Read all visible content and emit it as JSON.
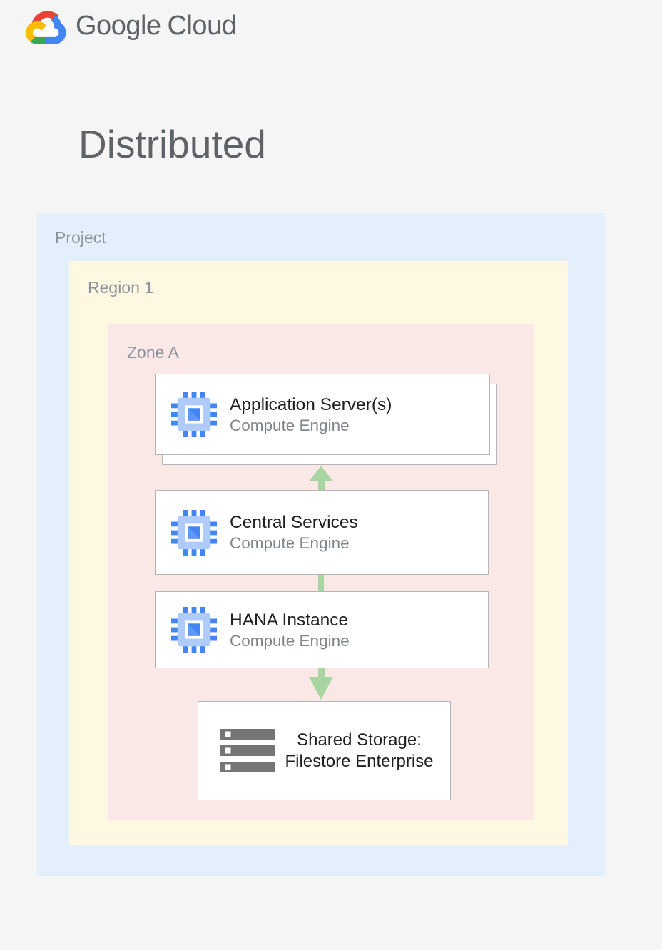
{
  "header": {
    "logo": {
      "google": "Google",
      "cloud": "Cloud"
    }
  },
  "title": "Distributed",
  "diagram": {
    "project": {
      "label": "Project"
    },
    "region": {
      "label": "Region 1"
    },
    "zone": {
      "label": "Zone A"
    },
    "nodes": [
      {
        "id": "app-servers",
        "title": "Application Server(s)",
        "subtitle": "Compute Engine",
        "icon": "compute-engine-icon",
        "stacked": true
      },
      {
        "id": "central-services",
        "title": "Central Services",
        "subtitle": "Compute Engine",
        "icon": "compute-engine-icon",
        "stacked": false
      },
      {
        "id": "hana-instance",
        "title": "HANA Instance",
        "subtitle": "Compute Engine",
        "icon": "compute-engine-icon",
        "stacked": false
      },
      {
        "id": "shared-storage",
        "title": "Shared Storage: Filestore Enterprise",
        "subtitle": "",
        "icon": "filestore-icon",
        "stacked": false
      }
    ],
    "connectors": [
      {
        "from": "central-services",
        "to": "app-servers",
        "type": "arrow-up"
      },
      {
        "from": "central-services",
        "to": "hana-instance",
        "type": "line"
      },
      {
        "from": "hana-instance",
        "to": "shared-storage",
        "type": "arrow-down"
      }
    ]
  },
  "colors": {
    "page_bg": "#f5f5f5",
    "project_bg": "#e3f0fc",
    "region_bg": "#fef7e1",
    "zone_bg": "#fae8e6",
    "connector_green": "#a8d5a2",
    "card_border": "#b5b5b5",
    "card_bg": "#ffffff",
    "compute_icon_blue": "#4285f4",
    "compute_icon_body": "#aecbfa",
    "storage_icon_gray": "#757575",
    "label_gray": "#8d949c",
    "title_gray": "#5f6368",
    "card_title_color": "#212121",
    "card_subtitle_color": "#80868b",
    "logo_red": "#ea4335",
    "logo_blue": "#4285f4",
    "logo_green": "#34a853",
    "logo_yellow": "#fbbc05"
  }
}
